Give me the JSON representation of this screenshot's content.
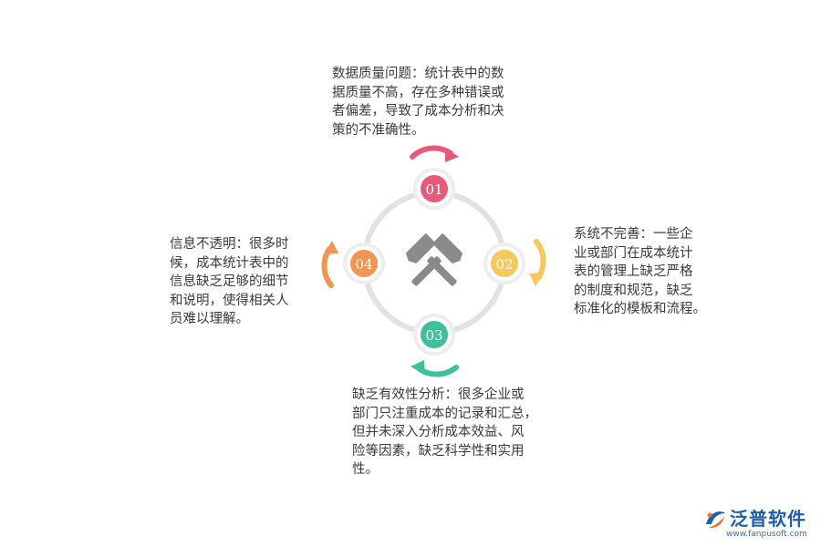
{
  "items": [
    {
      "number": "01",
      "color": "#e85a7c",
      "lines": [
        "数据质量问题：统计表中的数",
        "据质量不高，存在多种错误或",
        "者偏差，导致了成本分析和决",
        "策的不准确性。"
      ]
    },
    {
      "number": "02",
      "color": "#f7c85a",
      "lines": [
        "系统不完善：一些企",
        "业或部门在成本统计",
        "表的管理上缺乏严格",
        "的制度和规范，缺乏",
        "标准化的模板和流程。"
      ]
    },
    {
      "number": "03",
      "color": "#3fbf9c",
      "lines": [
        "缺乏有效性分析：很多企业或",
        "部门只注重成本的记录和汇总，",
        "但并未深入分析成本效益、风",
        "险等因素，缺乏科学性和实用",
        "性。"
      ]
    },
    {
      "number": "04",
      "color": "#f39552",
      "lines": [
        "信息不透明：很多时",
        "候，成本统计表中的",
        "信息缺乏足够的细节",
        "和说明，使得相关人",
        "员难以理解。"
      ]
    }
  ],
  "center": {
    "icon": "hammer-wrench-icon",
    "color": "#8a8a8a"
  },
  "ring_color": "#e2e2e2",
  "logo": {
    "name": "泛普软件",
    "url": "www.fanpusoft.com",
    "color": "#1f5fa8"
  }
}
